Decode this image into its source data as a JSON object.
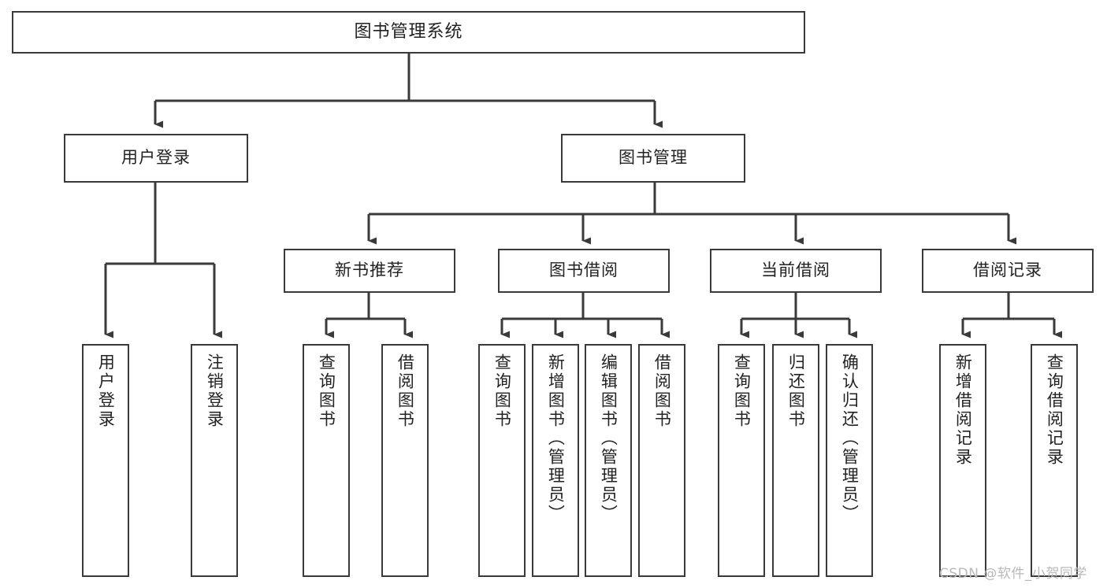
{
  "diagram": {
    "title": "图书管理系统",
    "type": "tree-hierarchy-chart",
    "root": {
      "id": "root",
      "label": "图书管理系统"
    },
    "level2": [
      {
        "id": "user-login",
        "label": "用户登录"
      },
      {
        "id": "book-manage",
        "label": "图书管理"
      }
    ],
    "level3": [
      {
        "id": "new-book-rec",
        "label": "新书推荐"
      },
      {
        "id": "book-borrow",
        "label": "图书借阅"
      },
      {
        "id": "current-borrow",
        "label": "当前借阅"
      },
      {
        "id": "borrow-record",
        "label": "借阅记录"
      }
    ],
    "leaves": {
      "user_login": [
        {
          "id": "leaf-user-login",
          "label": "用户登录"
        },
        {
          "id": "leaf-logout",
          "label": "注销登录"
        }
      ],
      "new_book_rec": [
        {
          "id": "leaf-query-book-1",
          "label": "查询图书"
        },
        {
          "id": "leaf-borrow-book-1",
          "label": "借阅图书"
        }
      ],
      "book_borrow": [
        {
          "id": "leaf-query-book-2",
          "label": "查询图书"
        },
        {
          "id": "leaf-add-book",
          "label": "新增图书（管理员）"
        },
        {
          "id": "leaf-edit-book",
          "label": "编辑图书（管理员）"
        },
        {
          "id": "leaf-borrow-book-2",
          "label": "借阅图书"
        }
      ],
      "current_borrow": [
        {
          "id": "leaf-query-book-3",
          "label": "查询图书"
        },
        {
          "id": "leaf-return-book",
          "label": "归还图书"
        },
        {
          "id": "leaf-confirm-return",
          "label": "确认归还（管理员）"
        }
      ],
      "borrow_record": [
        {
          "id": "leaf-add-record",
          "label": "新增借阅记录"
        },
        {
          "id": "leaf-query-record",
          "label": "查询借阅记录"
        }
      ]
    }
  },
  "watermark": {
    "text": "CSDN @软件_小贺同学"
  },
  "colors": {
    "border": "#3a3a3a",
    "text": "#222222",
    "background": "#ffffff",
    "watermark": "#b9b9b9"
  }
}
